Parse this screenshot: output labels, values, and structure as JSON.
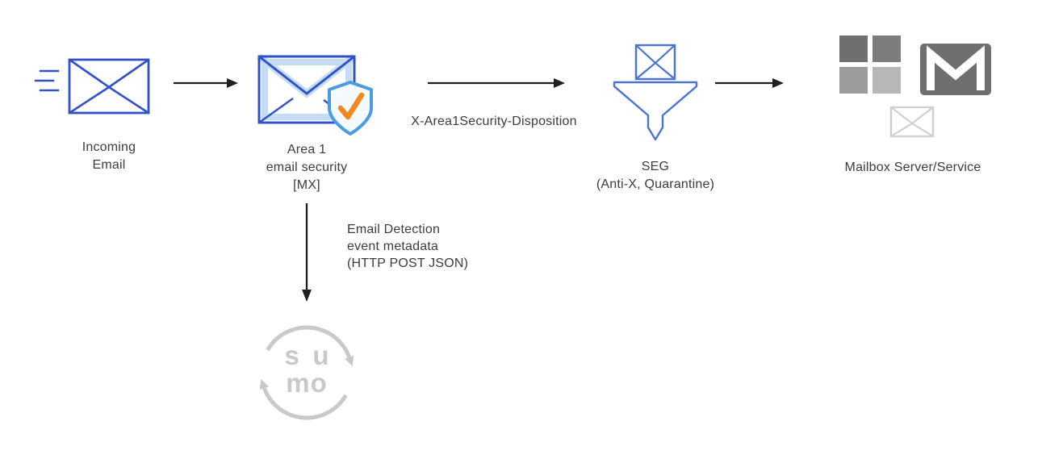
{
  "diagram": {
    "incoming": {
      "line1": "Incoming",
      "line2": "Email"
    },
    "area1": {
      "line1": "Area 1",
      "line2": "email security",
      "line3": "[MX]"
    },
    "seg": {
      "line1": "SEG",
      "line2": "(Anti-X, Quarantine)"
    },
    "mailbox": {
      "label": "Mailbox Server/Service"
    },
    "disposition_label": "X-Area1Security-Disposition",
    "metadata": {
      "line1": "Email Detection",
      "line2": "event metadata",
      "line3": "(HTTP POST JSON)"
    },
    "sumo": {
      "top": "su",
      "bottom": "mo"
    }
  },
  "icons": {
    "incoming_email": "envelope-with-speed-lines",
    "area1": "envelope-with-shield-check",
    "seg": "envelope-over-funnel",
    "mailbox_microsoft": "microsoft-four-squares",
    "mailbox_gmail": "gmail-envelope",
    "mailbox_mini": "small-envelope-outline",
    "sumo": "sumo-logic-circular-arrows"
  },
  "colors": {
    "envelope_blue": "#3052c6",
    "light_blue": "#c5ddf4",
    "shield_blue": "#4b9be0",
    "check_orange": "#f0891f",
    "seg_blue": "#4a74d0",
    "arrow_black": "#1f1f1f",
    "text": "#3c3c3c",
    "sumo_gray": "#c9c9c9",
    "ms_gray_1": "#6f6f6f",
    "ms_gray_2": "#7d7d7d",
    "ms_gray_3": "#9c9c9c",
    "ms_gray_4": "#b7b7b7",
    "gmail_gray": "#6f6f6f",
    "mini_envelope_gray": "#d0d0d0"
  }
}
